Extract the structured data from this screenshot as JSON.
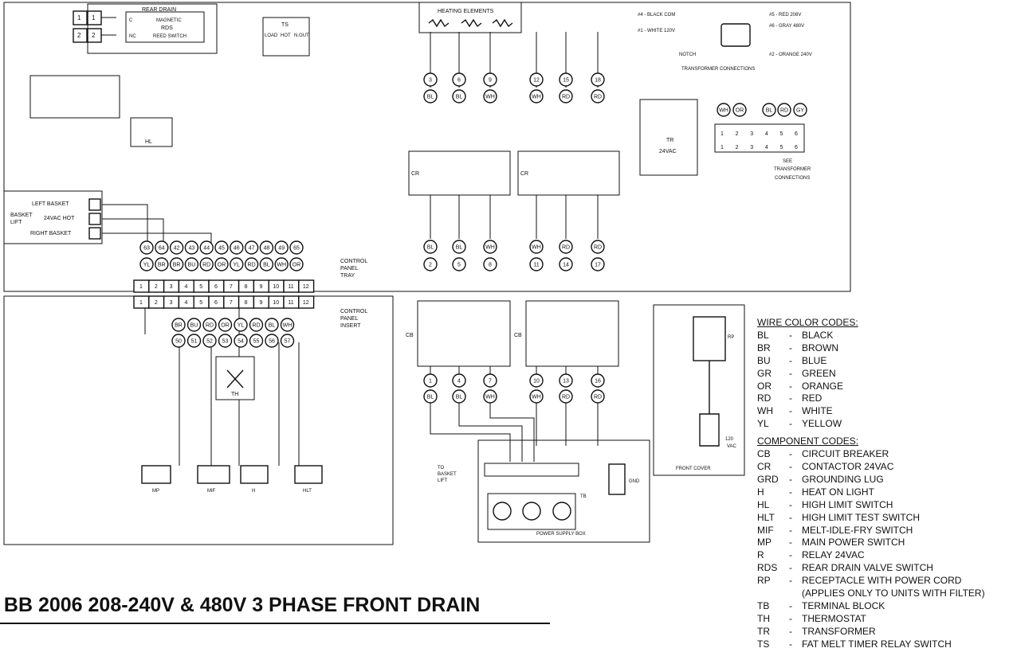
{
  "labels": {
    "rear_drain": "REAR DRAIN",
    "rds_lines": [
      "MAGNETIC",
      "RDS",
      "REED SWITCH"
    ],
    "ts": "TS",
    "ts_terms": [
      "LOAD",
      "HOT",
      "N.OUT"
    ],
    "heating_elements": "HEATING ELEMENTS",
    "transformer_conn_title": "TRANSFORMER CONNECTIONS",
    "tc_black": "#4 - BLACK COM",
    "tc_white": "#1 - WHITE 120V",
    "tc_notch": "NOTCH",
    "tc_red": "#5 - RED 208V",
    "tc_gray": "#6 - GRAY 480V",
    "tc_orange": "#2 - ORANGE 240V",
    "basket_left": "LEFT BASKET",
    "basket_hot": "24VAC HOT",
    "basket_right": "RIGHT BASKET",
    "basket_lift1": "BASKET",
    "basket_lift2": "LIFT",
    "cpt1": "CONTROL",
    "cpt2": "PANEL",
    "cpt3": "TRAY",
    "cpi1": "CONTROL",
    "cpi2": "PANEL",
    "cpi3": "INSERT",
    "cr": "CR",
    "cb": "CB",
    "tr": "TR",
    "tr_volt": "24VAC",
    "see1": "SEE",
    "see2": "TRANSFORMER",
    "see3": "CONNECTIONS",
    "hl": "HL",
    "th": "TH",
    "mp": "MP",
    "mif": "MIF",
    "h": "H",
    "hlt": "HLT",
    "tb": "TB",
    "gnd": "GND",
    "rp": "RP",
    "volt120": "120",
    "vac": "VAC",
    "front_cover": "FRONT COVER",
    "power_supply_box": "POWER SUPPLY BOX",
    "to_basket1": "TO",
    "to_basket2": "BASKET",
    "to_basket3": "LIFT"
  },
  "legend": {
    "wire_title": "WIRE COLOR CODES:",
    "wire_codes": [
      {
        "code": "BL",
        "name": "BLACK"
      },
      {
        "code": "BR",
        "name": "BROWN"
      },
      {
        "code": "BU",
        "name": "BLUE"
      },
      {
        "code": "GR",
        "name": "GREEN"
      },
      {
        "code": "OR",
        "name": "ORANGE"
      },
      {
        "code": "RD",
        "name": "RED"
      },
      {
        "code": "WH",
        "name": "WHITE"
      },
      {
        "code": "YL",
        "name": "YELLOW"
      }
    ],
    "comp_title": "COMPONENT CODES:",
    "comp_codes": [
      {
        "code": "CB",
        "name": "CIRCUIT BREAKER"
      },
      {
        "code": "CR",
        "name": "CONTACTOR 24VAC"
      },
      {
        "code": "GRD",
        "name": "GROUNDING LUG"
      },
      {
        "code": "H",
        "name": "HEAT ON LIGHT"
      },
      {
        "code": "HL",
        "name": "HIGH LIMIT SWITCH"
      },
      {
        "code": "HLT",
        "name": "HIGH LIMIT TEST SWITCH"
      },
      {
        "code": "MIF",
        "name": "MELT-IDLE-FRY SWITCH"
      },
      {
        "code": "MP",
        "name": "MAIN POWER SWITCH"
      },
      {
        "code": "R",
        "name": "RELAY 24VAC"
      },
      {
        "code": "RDS",
        "name": "REAR DRAIN VALVE SWITCH"
      },
      {
        "code": "RP",
        "name": "RECEPTACLE WITH POWER CORD"
      },
      {
        "code": "",
        "name": "(APPLIES ONLY TO UNITS WITH FILTER)"
      },
      {
        "code": "TB",
        "name": "TERMINAL BLOCK"
      },
      {
        "code": "TH",
        "name": "THERMOSTAT"
      },
      {
        "code": "TR",
        "name": "TRANSFORMER"
      },
      {
        "code": "TS",
        "name": "FAT MELT TIMER RELAY SWITCH"
      }
    ]
  },
  "tray_terminals": [
    "1",
    "2",
    "3",
    "4",
    "5",
    "6",
    "7",
    "8",
    "9",
    "10",
    "11",
    "12"
  ],
  "tray_wire_numbers": [
    "63",
    "64",
    "42",
    "43",
    "44",
    "45",
    "46",
    "47",
    "48",
    "49",
    "65"
  ],
  "tray_wire_colors": [
    "YL",
    "BR",
    "BR",
    "BU",
    "RD",
    "OR",
    "YL",
    "RD",
    "BL",
    "WH",
    "OR"
  ],
  "insert_wire_colors": [
    "BR",
    "BU",
    "RD",
    "OR",
    "YL",
    "RD",
    "BL",
    "WH"
  ],
  "insert_wire_numbers": [
    "50",
    "51",
    "52",
    "53",
    "54",
    "55",
    "56",
    "57"
  ],
  "element_wire_numbers": [
    "3",
    "6",
    "9",
    "12",
    "15",
    "18"
  ],
  "element_wire_colors": [
    "BL",
    "BL",
    "WH",
    "WH",
    "RD",
    "RD"
  ],
  "cb_top_numbers": [
    "2",
    "5",
    "8",
    "11",
    "14",
    "17"
  ],
  "cb_top_colors": [
    "BL",
    "BL",
    "WH",
    "WH",
    "RD",
    "RD"
  ],
  "cb_bottom_numbers": [
    "1",
    "4",
    "7",
    "10",
    "13",
    "16"
  ],
  "cb_bottom_colors": [
    "BL",
    "BL",
    "WH",
    "WH",
    "RD",
    "RD"
  ],
  "transformer_wire_colors": [
    "WH",
    "OR",
    "BL",
    "RD",
    "GY"
  ],
  "transformer_terminals": [
    "1",
    "2",
    "3",
    "4",
    "5",
    "6"
  ],
  "title": ". BB 2006 208-240V & 480V 3 PHASE FRONT DRAIN"
}
